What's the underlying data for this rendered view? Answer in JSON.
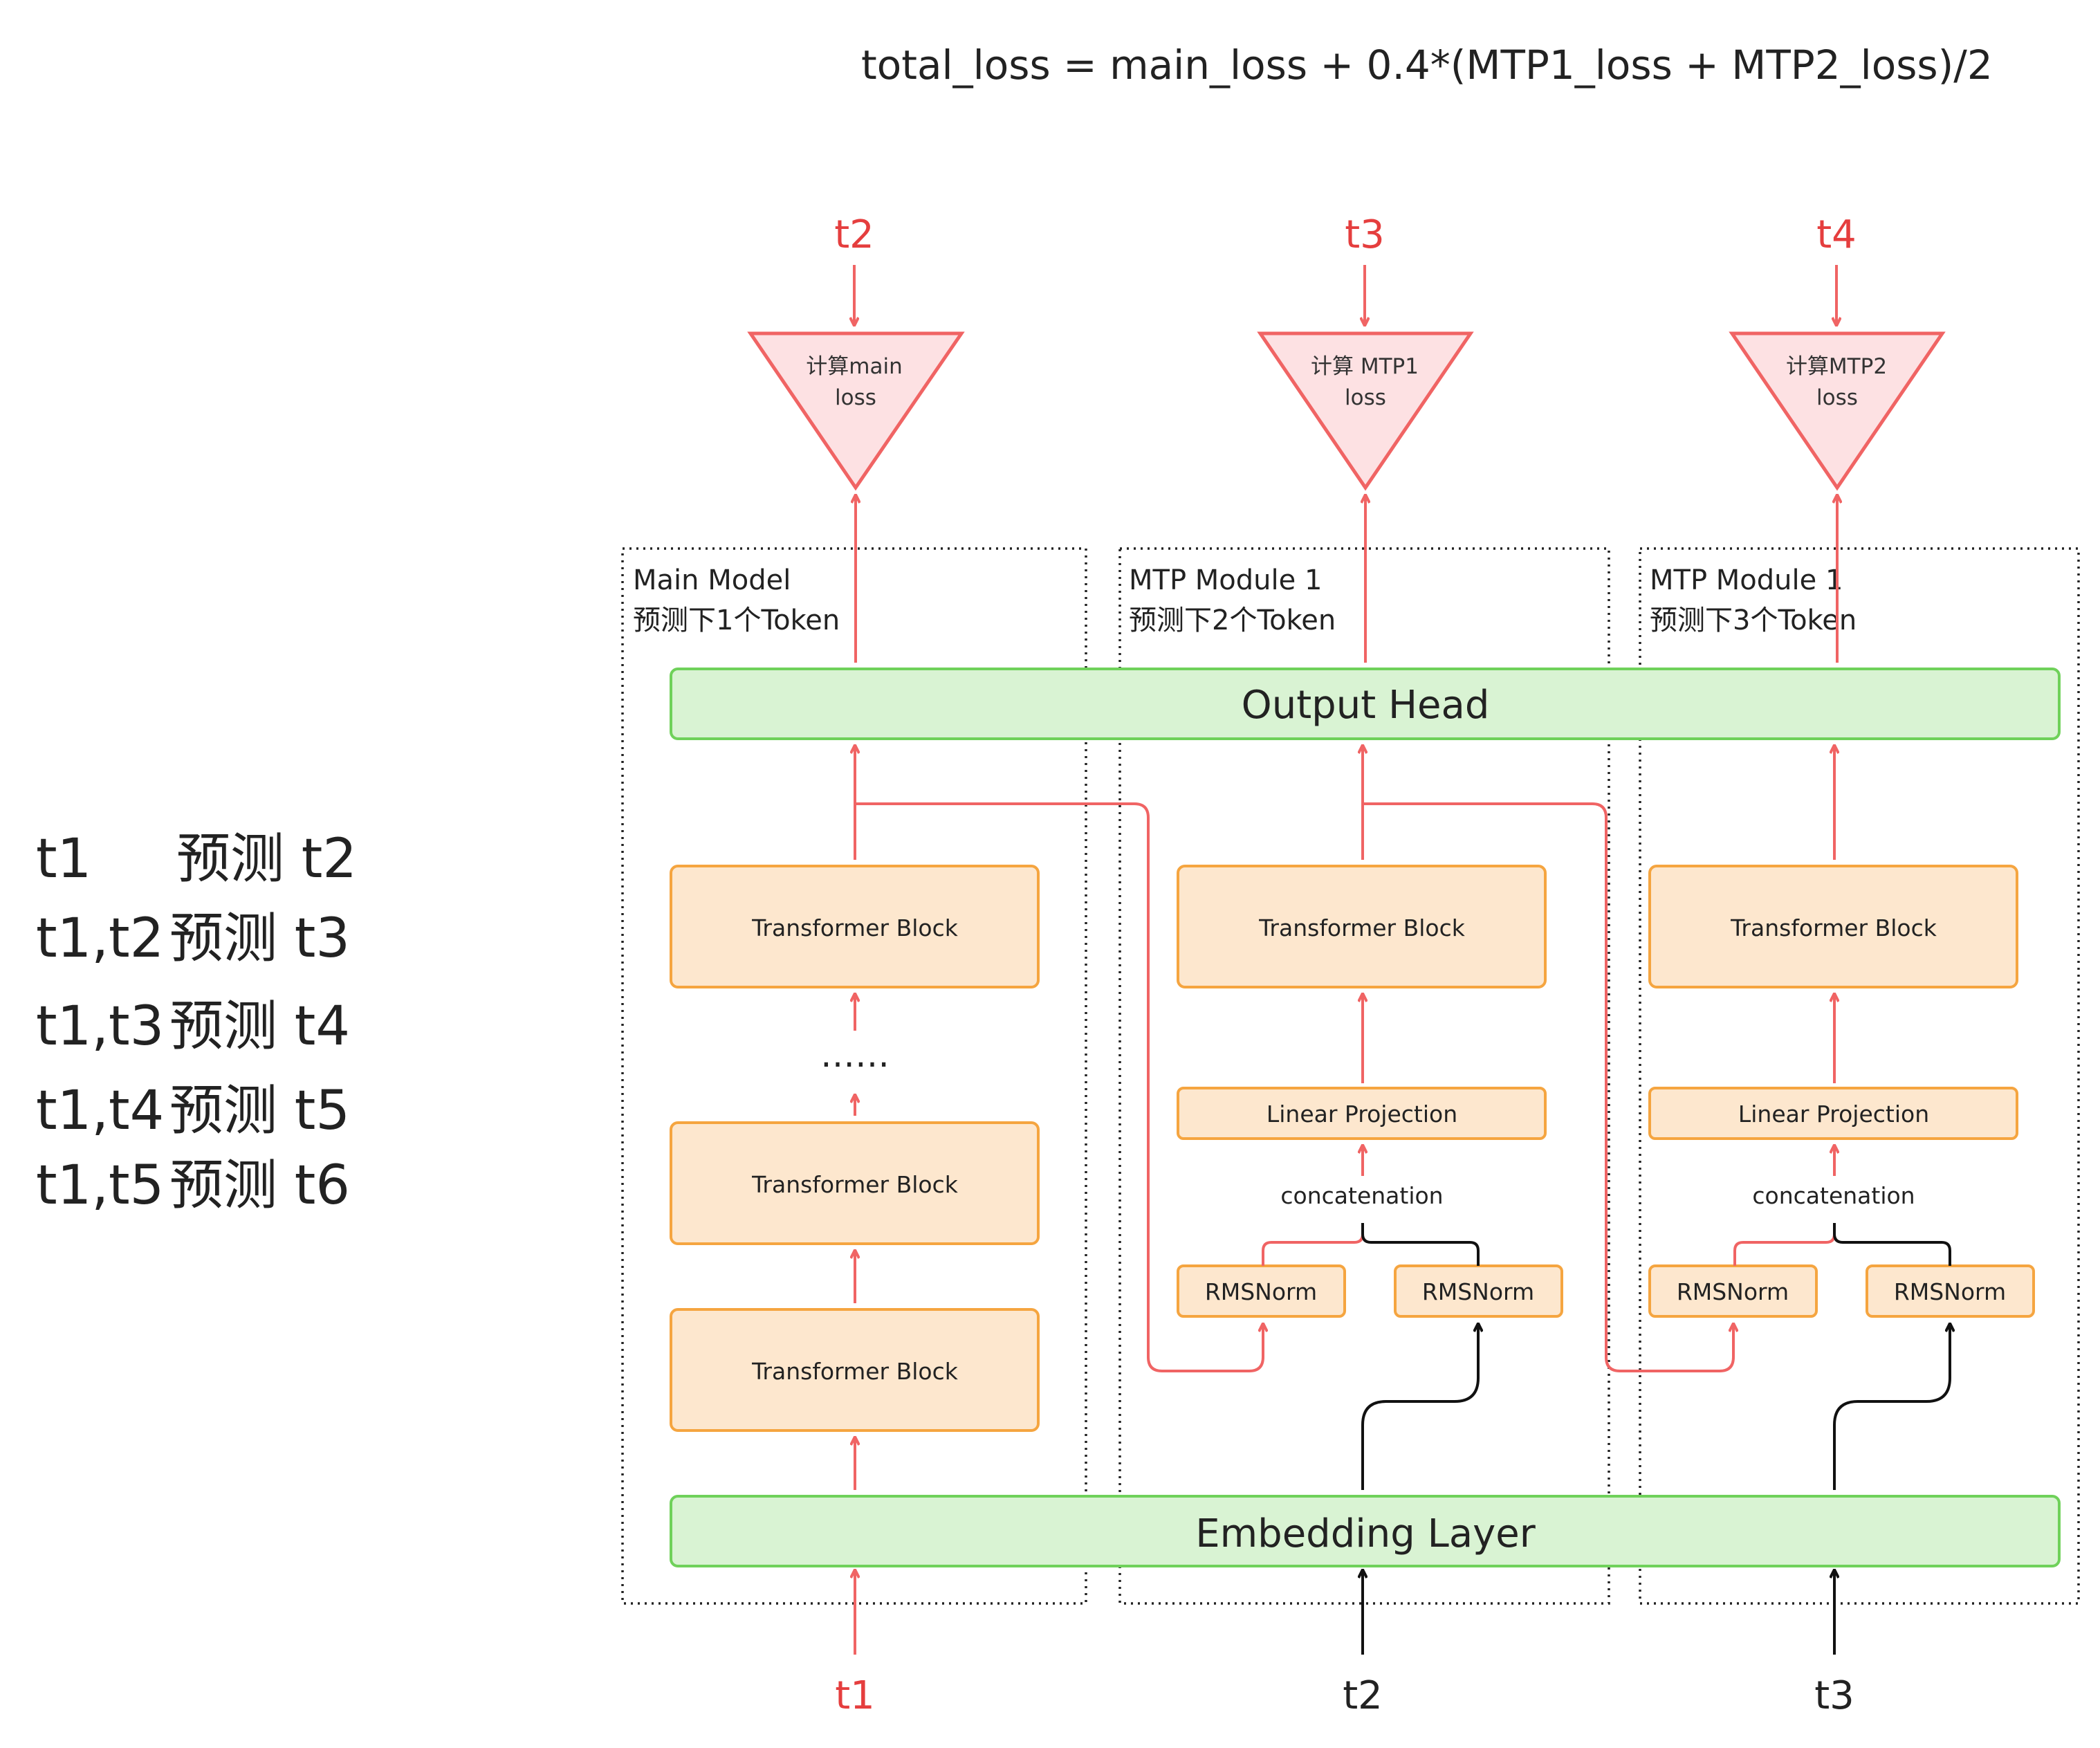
{
  "formula": "total_loss = main_loss + 0.4*(MTP1_loss + MTP2_loss)/2",
  "side_notes": [
    {
      "left": "t1",
      "verb": "预测 t2"
    },
    {
      "left": "t1,t2",
      "verb": "预测 t3"
    },
    {
      "left": "t1,t3",
      "verb": "预测 t4"
    },
    {
      "left": "t1,t4",
      "verb": "预测 t5"
    },
    {
      "left": "t1,t5",
      "verb": "预测 t6"
    }
  ],
  "targets": [
    "t2",
    "t3",
    "t4"
  ],
  "losses": [
    {
      "line1": "计算main",
      "line2": "loss"
    },
    {
      "line1": "计算 MTP1",
      "line2": "loss"
    },
    {
      "line1": "计算MTP2",
      "line2": "loss"
    }
  ],
  "modules": [
    {
      "name": "Main Model",
      "desc": "预测下1个Token"
    },
    {
      "name": "MTP Module 1",
      "desc": "预测下2个Token"
    },
    {
      "name": "MTP Module 1",
      "desc": "预测下3个Token"
    }
  ],
  "output_head": "Output Head",
  "embedding_layer": "Embedding Layer",
  "transformer_block": "Transformer Block",
  "ellipsis": "……",
  "linear_projection": "Linear Projection",
  "concatenation": "concatenation",
  "rmsnorm": "RMSNorm",
  "inputs": [
    "t1",
    "t2",
    "t3"
  ],
  "colors": {
    "red": "#f06464",
    "green_fill": "#d9f3d3",
    "green_stroke": "#6fd15a",
    "orange_fill": "#fde7ce",
    "orange_stroke": "#f5a540",
    "triangle_fill": "#fde1e3"
  }
}
